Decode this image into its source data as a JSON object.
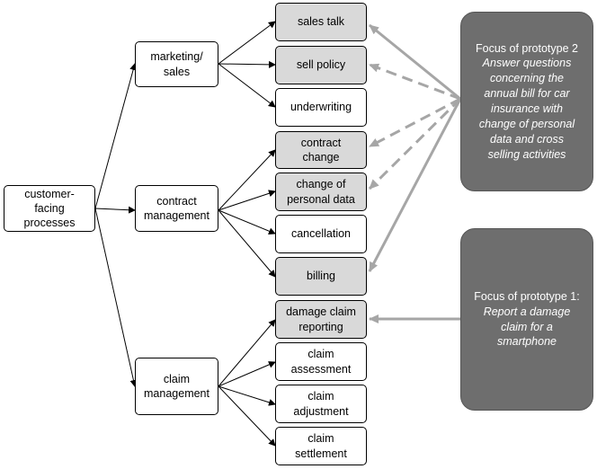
{
  "root": "customer-\nfacing\nprocesses",
  "categories": {
    "marketing": "marketing/\nsales",
    "contract": "contract\nmanagement",
    "claim": "claim\nmanagement"
  },
  "processes": {
    "sales_talk": "sales talk",
    "sell_policy": "sell policy",
    "underwriting": "underwriting",
    "contract_change": "contract\nchange",
    "change_personal_data": "change of\npersonal data",
    "cancellation": "cancellation",
    "billing": "billing",
    "damage_claim_reporting": "damage claim\nreporting",
    "claim_assessment": "claim\nassessment",
    "claim_adjustment": "claim\nadjustment",
    "claim_settlement": "claim\nsettlement"
  },
  "focus": {
    "prototype2": {
      "title": "Focus of prototype 2",
      "body": "Answer questions\nconcerning the\nannual bill for car\ninsurance  with\nchange of personal\ndata  and cross\nselling activities"
    },
    "prototype1": {
      "title": "Focus of prototype 1:",
      "body": "Report a damage\nclaim for a\nsmartphone"
    }
  },
  "colors": {
    "highlight": "#d9d9d9",
    "focus_box": "#6e6e6e",
    "connector": "#a6a6a6",
    "edge": "#000000"
  }
}
